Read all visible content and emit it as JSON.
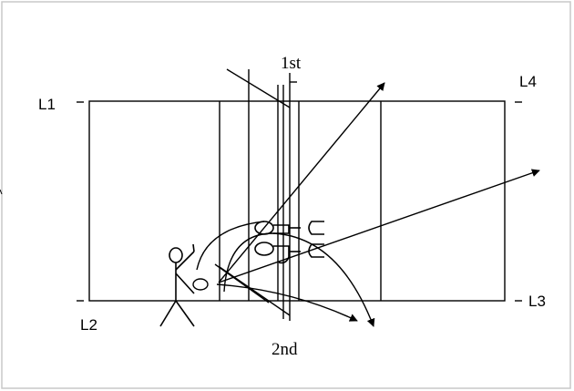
{
  "labels": {
    "line1": "L1",
    "line2": "L2",
    "line3": "L3",
    "line4": "L4",
    "first": "1st",
    "second": "2nd"
  },
  "colors": {
    "ink": "#000000",
    "frame": "#c8c8c8",
    "background": "#ffffff"
  }
}
